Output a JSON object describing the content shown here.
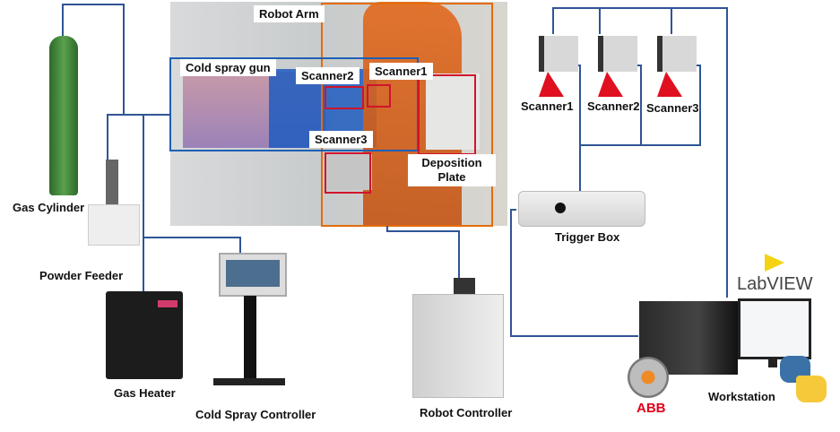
{
  "colors": {
    "wire": "#2f5596",
    "orange": "#e46c0a",
    "blue": "#1f5fb4",
    "red": "#d0142c"
  },
  "photo_labels": {
    "robot_arm": "Robot Arm",
    "cold_spray_gun": "Cold spray gun",
    "scanner1": "Scanner1",
    "scanner2": "Scanner2",
    "scanner3": "Scanner3",
    "deposition_plate": "Deposition Plate"
  },
  "components": {
    "gas_cylinder": "Gas Cylinder",
    "powder_feeder": "Powder Feeder",
    "gas_heater": "Gas Heater",
    "cold_spray_controller": "Cold Spray Controller",
    "robot_controller": "Robot Controller",
    "trigger_box": "Trigger Box",
    "workstation": "Workstation",
    "scanners": [
      "Scanner1",
      "Scanner2",
      "Scanner3"
    ]
  },
  "logos": {
    "labview": "LabVIEW",
    "abb": "ABB",
    "python": "python-logo"
  }
}
